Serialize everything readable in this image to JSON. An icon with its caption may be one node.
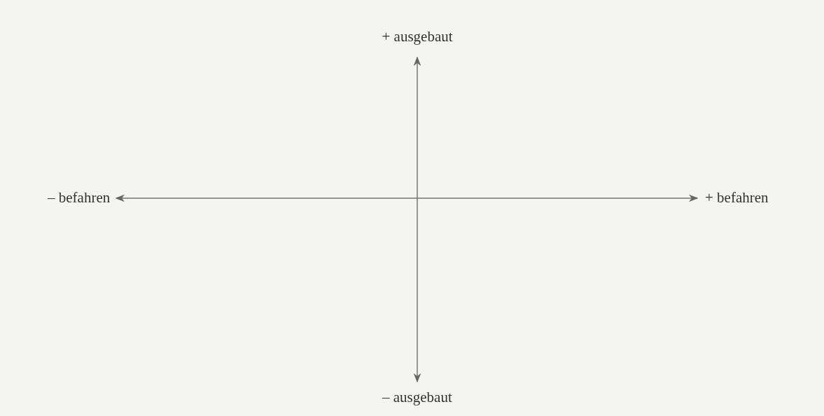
{
  "diagram": {
    "labels": [
      "+ ausgebaut",
      "– befahren",
      "+ befahren",
      "– ausgebaut"
    ]
  }
}
